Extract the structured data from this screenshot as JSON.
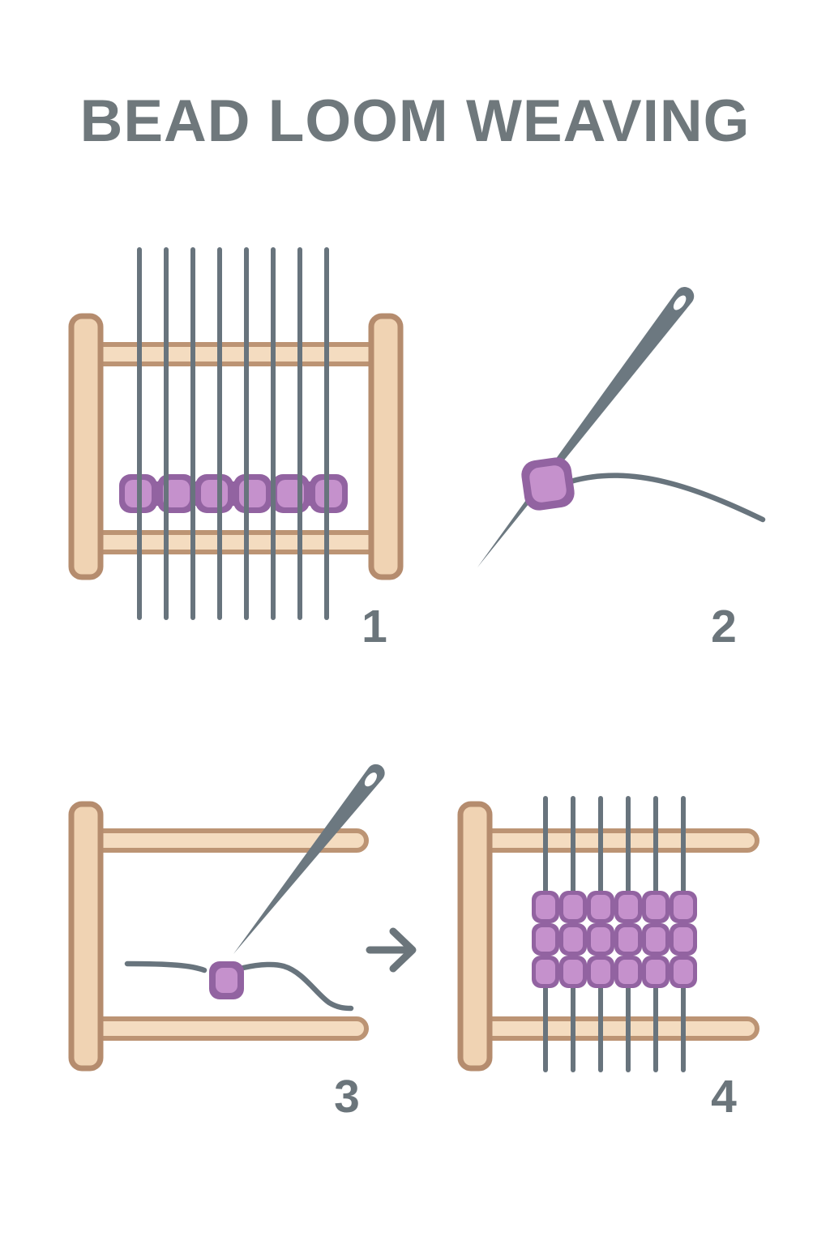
{
  "title": "BEAD LOOM WEAVING",
  "step_labels": [
    "1",
    "2",
    "3",
    "4"
  ],
  "colors": {
    "page_bg": "#ffffff",
    "title_gray": "#6f787c",
    "ink_gray": "#6b757b",
    "thread_gray": "#68747d",
    "needle_gray": "#6c7880",
    "wood_fill": "#f0d3b3",
    "wood_border": "#b58c6e",
    "bar_fill": "#f4dcc0",
    "bar_border": "#bc9474",
    "bead_dark": "#9263a1",
    "bead_light": "#c591cc",
    "eye_white": "#ffffff"
  },
  "illustration": {
    "step1": {
      "warp_thread_count": 8,
      "bead_count": 6
    },
    "step2": {
      "bead_count": 1
    },
    "step3": {
      "bead_count": 1
    },
    "step4": {
      "warp_thread_count": 6,
      "bead_rows": 3,
      "bead_columns": 6
    }
  }
}
